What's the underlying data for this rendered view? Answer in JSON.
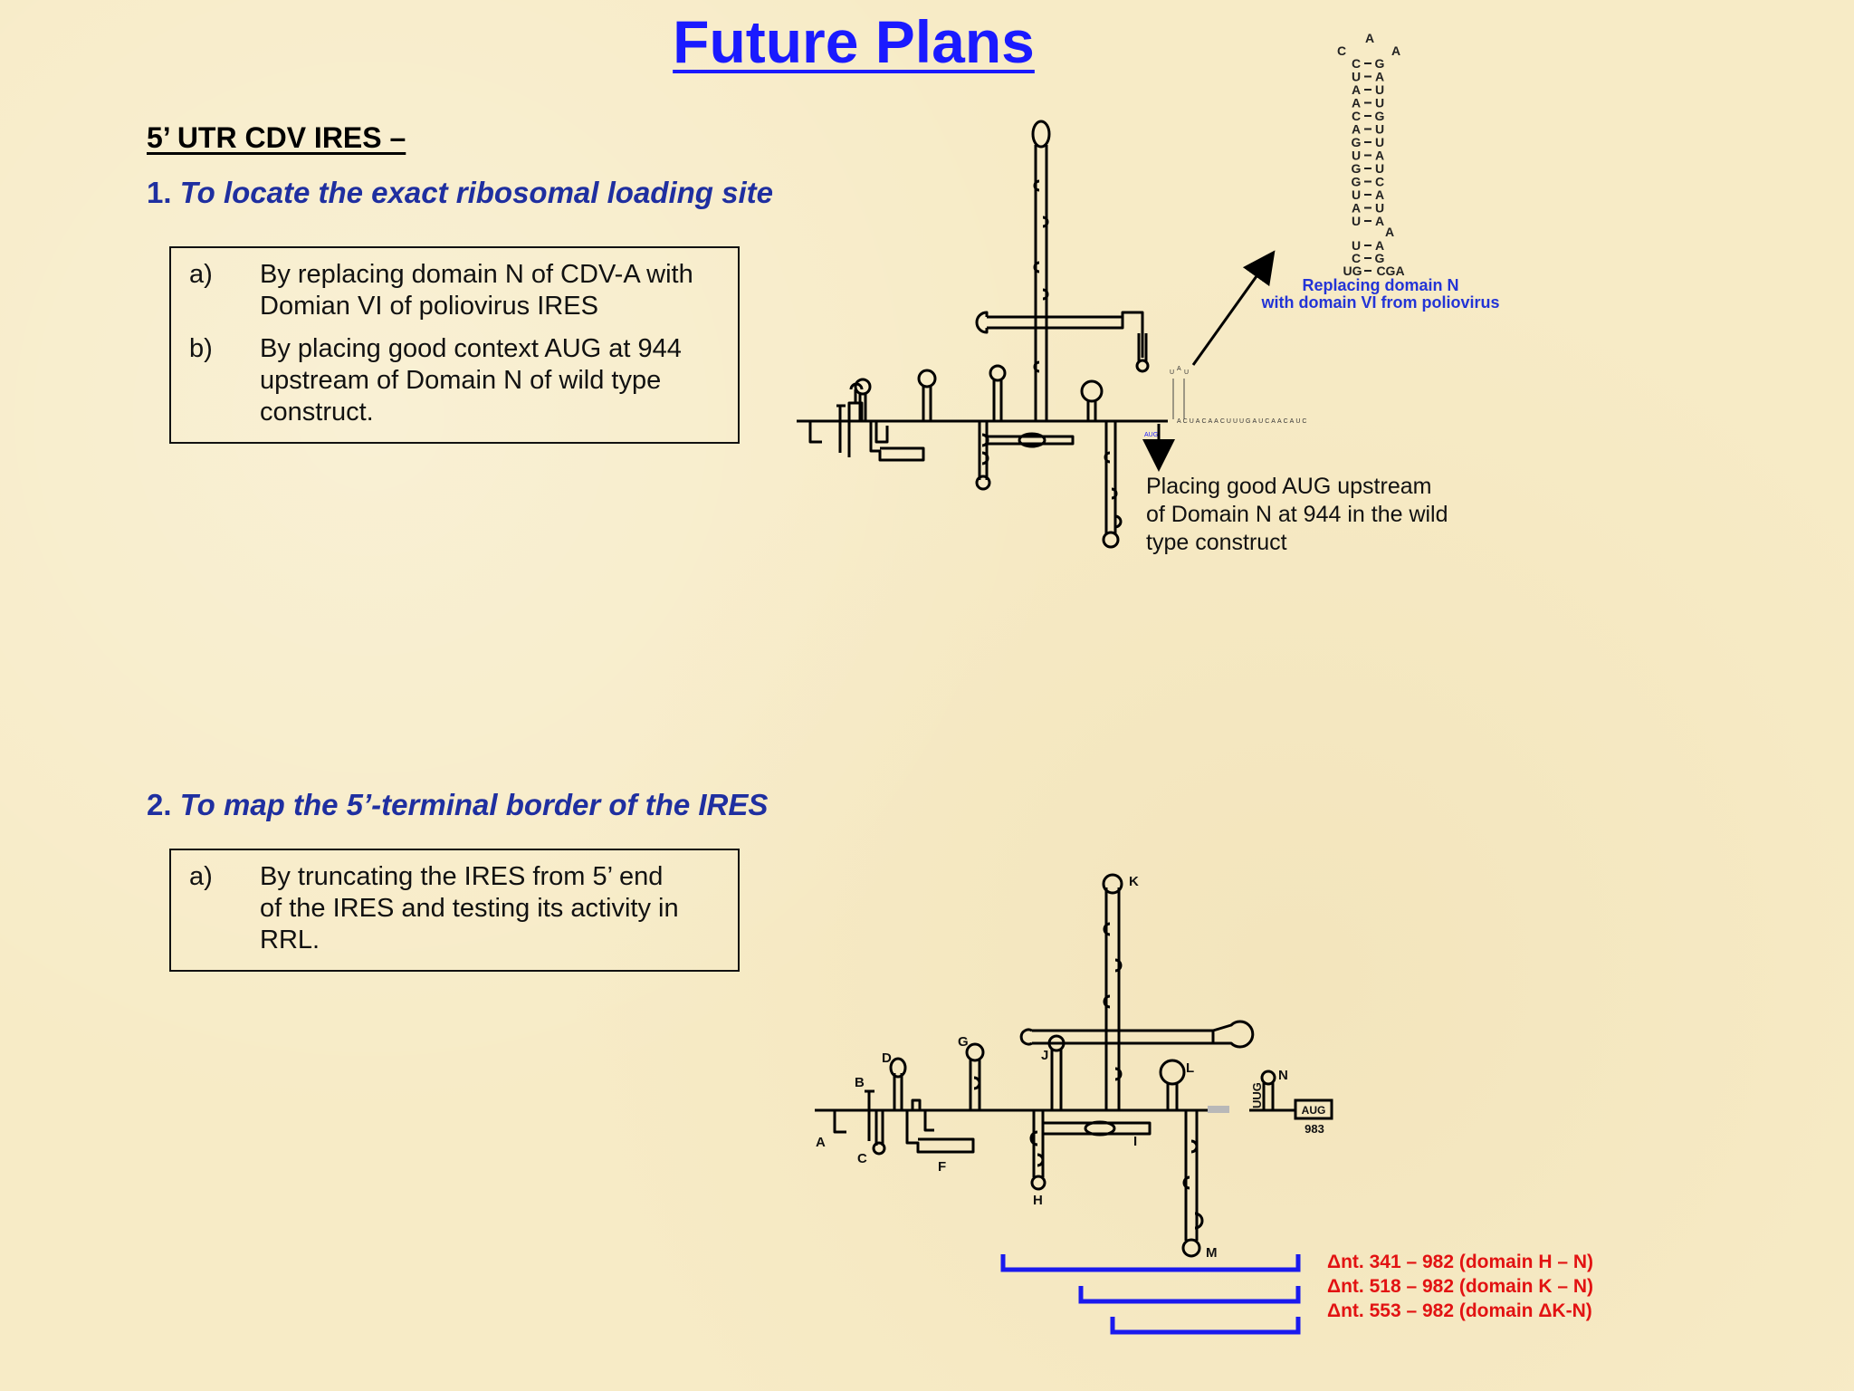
{
  "title": "Future Plans",
  "section": "5’ UTR CDV IRES –",
  "aim1": {
    "number": "1.",
    "text": "To locate the exact ribosomal loading site",
    "items": [
      {
        "label": "a)",
        "lines": [
          "By replacing domain N of CDV-A with",
          "Domian VI of poliovirus IRES"
        ]
      },
      {
        "label": "b)",
        "lines": [
          "By placing good context AUG at 944",
          "upstream of Domain N of wild type",
          "construct."
        ]
      }
    ]
  },
  "aim2": {
    "number": "2.",
    "text": "To map the 5’-terminal border of the IRES",
    "items": [
      {
        "label": "a)",
        "lines": [
          "By truncating the IRES from 5’ end",
          "of the IRES and testing its activity in",
          "RRL."
        ]
      }
    ]
  },
  "diagram1": {
    "annotation_lines": [
      "Placing good AUG upstream",
      "of Domain N at 944 in the wild",
      "type construct"
    ],
    "replace_lines": [
      "Replacing domain N",
      "with domain VI from poliovirus"
    ],
    "stem_loop": {
      "loop": [
        "A",
        "C",
        "A"
      ],
      "left": [
        "C",
        "U",
        "A",
        "A",
        "C",
        "A",
        "G",
        "U",
        "G",
        "G",
        "U",
        "A",
        "U"
      ],
      "right": [
        "G",
        "A",
        "U",
        "U",
        "G",
        "U",
        "U",
        "A",
        "U",
        "C",
        "A",
        "U",
        "A"
      ],
      "bulge": "A",
      "lower_left": [
        "U",
        "C",
        "UG"
      ],
      "lower_right": [
        "A",
        "G",
        "CGA"
      ]
    },
    "sequence": "ACUACAACUUUGAUCAACAUC",
    "small_loop": [
      "U",
      "A",
      "U"
    ],
    "aug_mini": "AUG"
  },
  "diagram2": {
    "domain_labels": [
      "A",
      "B",
      "C",
      "D",
      "F",
      "G",
      "H",
      "I",
      "J",
      "K",
      "L",
      "M",
      "N"
    ],
    "uug": "UUG",
    "aug": "AUG",
    "aug_position": "983",
    "deletions": [
      "Δnt. 341 – 982 (domain H – N)",
      "Δnt. 518 – 982 (domain K – N)",
      "Δnt. 553 – 982 (domain ΔK-N)"
    ]
  },
  "colors": {
    "title": "#1a1aff",
    "aim": "#1f2fa0",
    "deletion_text": "#e21212",
    "deletion_bar": "#1a1aee",
    "background": "#f7ebc6"
  }
}
